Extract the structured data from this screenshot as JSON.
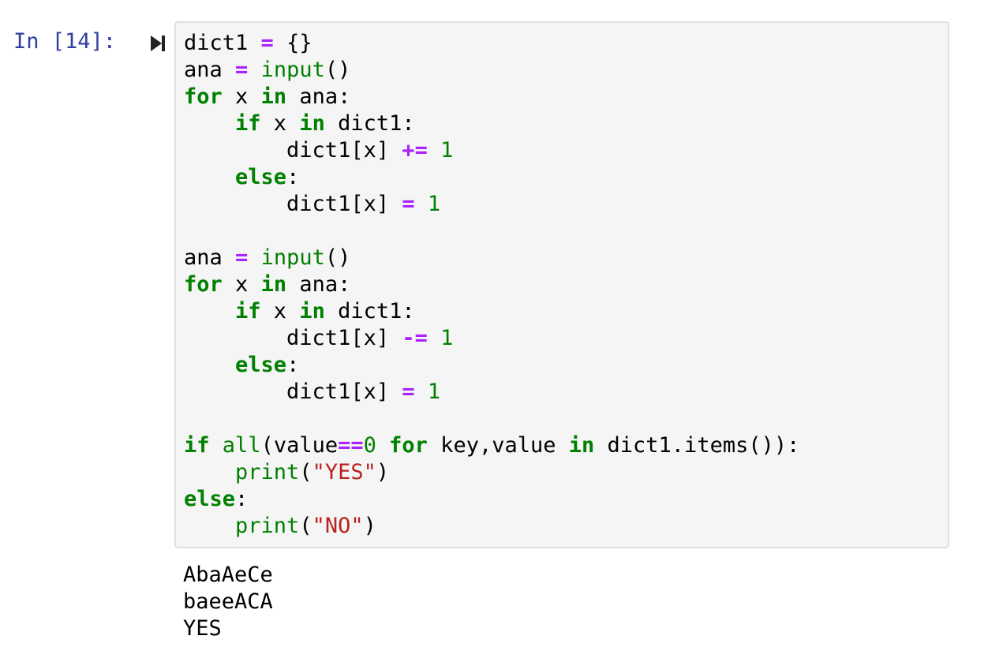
{
  "cell": {
    "prompt": "In [14]:",
    "run_icon": "run-cell-icon",
    "code_lines": [
      [
        {
          "t": "dict1 "
        },
        {
          "t": "=",
          "c": "op"
        },
        {
          "t": " {}"
        }
      ],
      [
        {
          "t": "ana "
        },
        {
          "t": "=",
          "c": "op"
        },
        {
          "t": " "
        },
        {
          "t": "input",
          "c": "bi"
        },
        {
          "t": "()"
        }
      ],
      [
        {
          "t": "for",
          "c": "kw"
        },
        {
          "t": " x "
        },
        {
          "t": "in",
          "c": "kw"
        },
        {
          "t": " ana:"
        }
      ],
      [
        {
          "t": "    "
        },
        {
          "t": "if",
          "c": "kw"
        },
        {
          "t": " x "
        },
        {
          "t": "in",
          "c": "kw"
        },
        {
          "t": " dict1:"
        }
      ],
      [
        {
          "t": "        dict1[x] "
        },
        {
          "t": "+=",
          "c": "op"
        },
        {
          "t": " "
        },
        {
          "t": "1",
          "c": "num"
        }
      ],
      [
        {
          "t": "    "
        },
        {
          "t": "else",
          "c": "kw"
        },
        {
          "t": ":"
        }
      ],
      [
        {
          "t": "        dict1[x] "
        },
        {
          "t": "=",
          "c": "op"
        },
        {
          "t": " "
        },
        {
          "t": "1",
          "c": "num"
        }
      ],
      [],
      [
        {
          "t": "ana "
        },
        {
          "t": "=",
          "c": "op"
        },
        {
          "t": " "
        },
        {
          "t": "input",
          "c": "bi"
        },
        {
          "t": "()"
        }
      ],
      [
        {
          "t": "for",
          "c": "kw"
        },
        {
          "t": " x "
        },
        {
          "t": "in",
          "c": "kw"
        },
        {
          "t": " ana:"
        }
      ],
      [
        {
          "t": "    "
        },
        {
          "t": "if",
          "c": "kw"
        },
        {
          "t": " x "
        },
        {
          "t": "in",
          "c": "kw"
        },
        {
          "t": " dict1:"
        }
      ],
      [
        {
          "t": "        dict1[x] "
        },
        {
          "t": "-=",
          "c": "op"
        },
        {
          "t": " "
        },
        {
          "t": "1",
          "c": "num"
        }
      ],
      [
        {
          "t": "    "
        },
        {
          "t": "else",
          "c": "kw"
        },
        {
          "t": ":"
        }
      ],
      [
        {
          "t": "        dict1[x] "
        },
        {
          "t": "=",
          "c": "op"
        },
        {
          "t": " "
        },
        {
          "t": "1",
          "c": "num"
        }
      ],
      [],
      [
        {
          "t": "if",
          "c": "kw"
        },
        {
          "t": " "
        },
        {
          "t": "all",
          "c": "bi"
        },
        {
          "t": "(value"
        },
        {
          "t": "==",
          "c": "op"
        },
        {
          "t": "0",
          "c": "num"
        },
        {
          "t": " "
        },
        {
          "t": "for",
          "c": "kw"
        },
        {
          "t": " key,value "
        },
        {
          "t": "in",
          "c": "kw"
        },
        {
          "t": " dict1.items()):"
        }
      ],
      [
        {
          "t": "    "
        },
        {
          "t": "print",
          "c": "bi"
        },
        {
          "t": "("
        },
        {
          "t": "\"YES\"",
          "c": "str"
        },
        {
          "t": ")"
        }
      ],
      [
        {
          "t": "else",
          "c": "kw"
        },
        {
          "t": ":"
        }
      ],
      [
        {
          "t": "    "
        },
        {
          "t": "print",
          "c": "bi"
        },
        {
          "t": "("
        },
        {
          "t": "\"NO\"",
          "c": "str"
        },
        {
          "t": ")"
        }
      ]
    ],
    "output_lines": [
      "AbaAeCe",
      "baeeACA",
      "YES"
    ]
  },
  "colors": {
    "prompt": "#303f9f",
    "keyword": "#008000",
    "operator": "#aa22ff",
    "number": "#008000",
    "builtin": "#008000",
    "string": "#ba2121",
    "cell_background": "#f5f5f5",
    "cell_border": "#e0e0e0"
  }
}
